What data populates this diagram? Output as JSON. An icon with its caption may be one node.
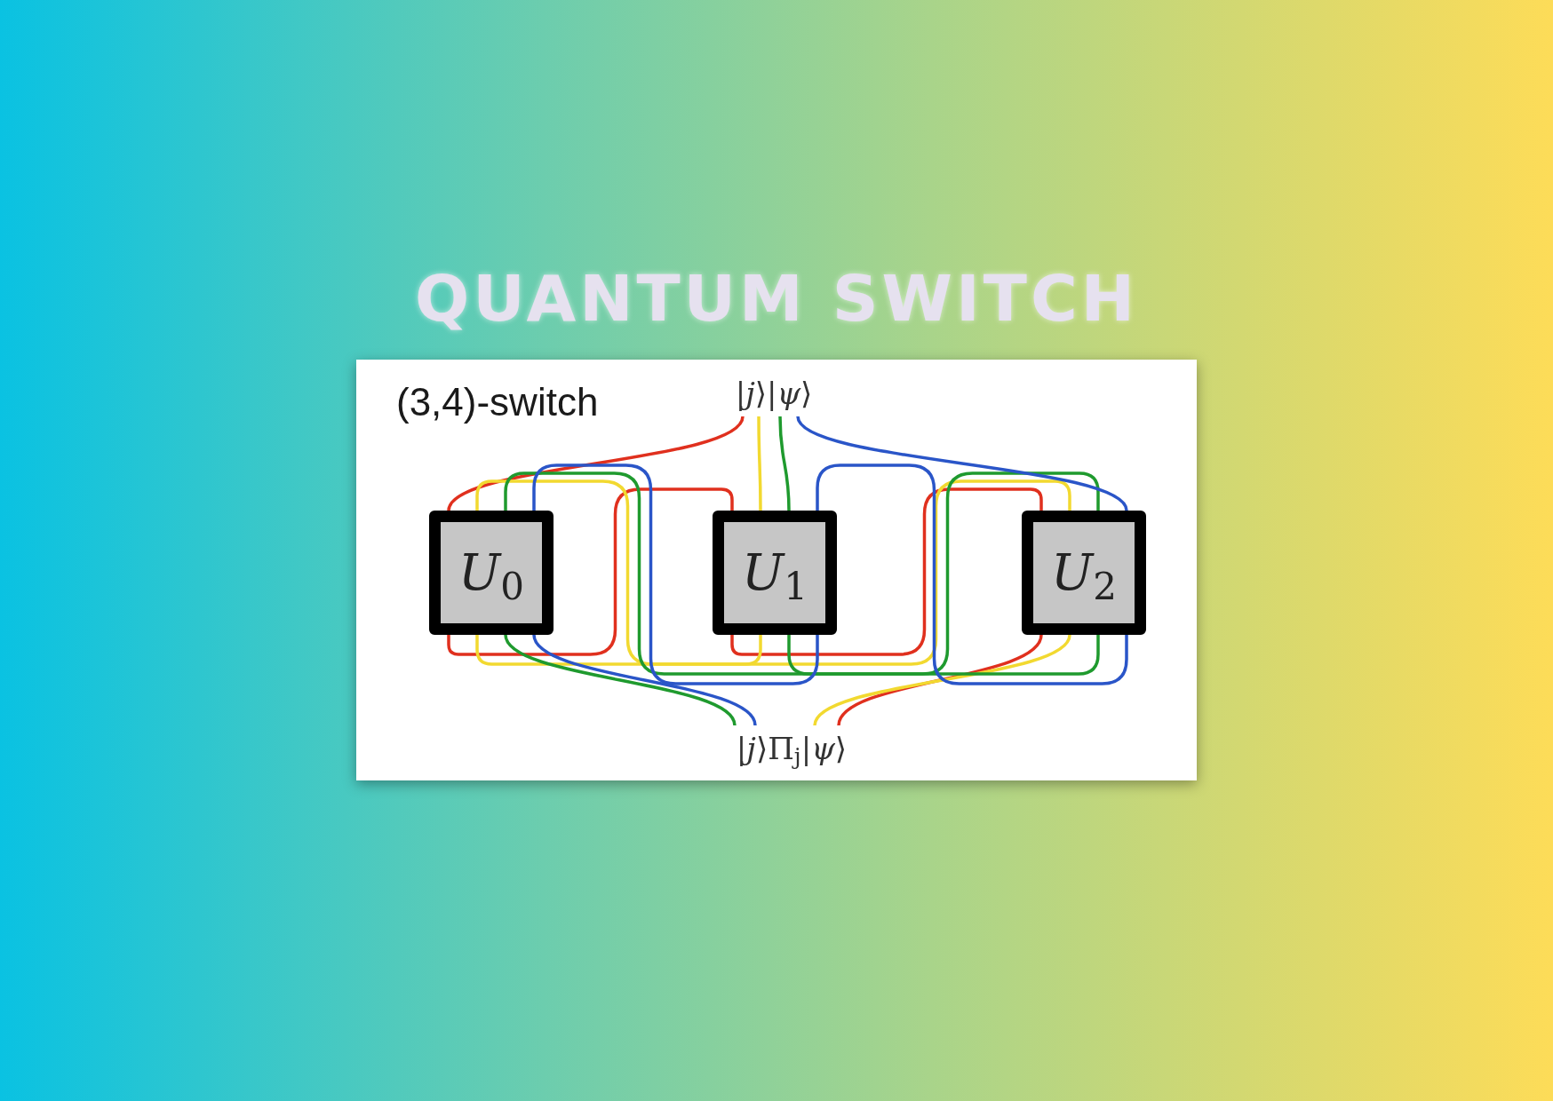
{
  "diagram": {
    "title": "QUANTUM SWITCH",
    "nodes": [
      {
        "text": [
          "|*j*⟩|*ψ*⟩"
        ]
      },
      {
        "text": [
          "*U*$_{0}$"
        ]
      },
      {
        "text": [
          "*U*$_{1}$"
        ]
      },
      {
        "text": [
          "*U*$_{2}$"
        ]
      },
      {
        "text": [
          "|*j*⟩Π$_{j}$|*ψ*⟩"
        ]
      }
    ],
    "edges": [
      {
        "from": 0,
        "to": 1,
        "arrow": "none",
        "color": "#e0301e"
      },
      {
        "from": 1,
        "to": 2,
        "arrow": "none",
        "color": "#e0301e"
      },
      {
        "from": 2,
        "to": 3,
        "arrow": "none",
        "color": "#e0301e"
      },
      {
        "from": 3,
        "to": 4,
        "arrow": "none",
        "color": "#e0301e"
      },
      {
        "from": 0,
        "to": 2,
        "arrow": "none",
        "color": "#f2d930"
      },
      {
        "from": 2,
        "to": 1,
        "arrow": "none",
        "color": "#f2d930"
      },
      {
        "from": 1,
        "to": 3,
        "arrow": "none",
        "color": "#f2d930"
      },
      {
        "from": 3,
        "to": 4,
        "arrow": "none",
        "color": "#f2d930"
      },
      {
        "from": 0,
        "to": 2,
        "arrow": "none",
        "color": "#1f9a2e"
      },
      {
        "from": 2,
        "to": 3,
        "arrow": "none",
        "color": "#1f9a2e"
      },
      {
        "from": 3,
        "to": 1,
        "arrow": "none",
        "color": "#1f9a2e"
      },
      {
        "from": 1,
        "to": 4,
        "arrow": "none",
        "color": "#1f9a2e"
      },
      {
        "from": 0,
        "to": 3,
        "arrow": "none",
        "color": "#2a55c8"
      },
      {
        "from": 3,
        "to": 2,
        "arrow": "none",
        "color": "#2a55c8"
      },
      {
        "from": 2,
        "to": 1,
        "arrow": "none",
        "color": "#2a55c8"
      },
      {
        "from": 1,
        "to": 4,
        "arrow": "none",
        "color": "#2a55c8"
      }
    ],
    "labels": [
      "(3,4)-switch"
    ]
  }
}
